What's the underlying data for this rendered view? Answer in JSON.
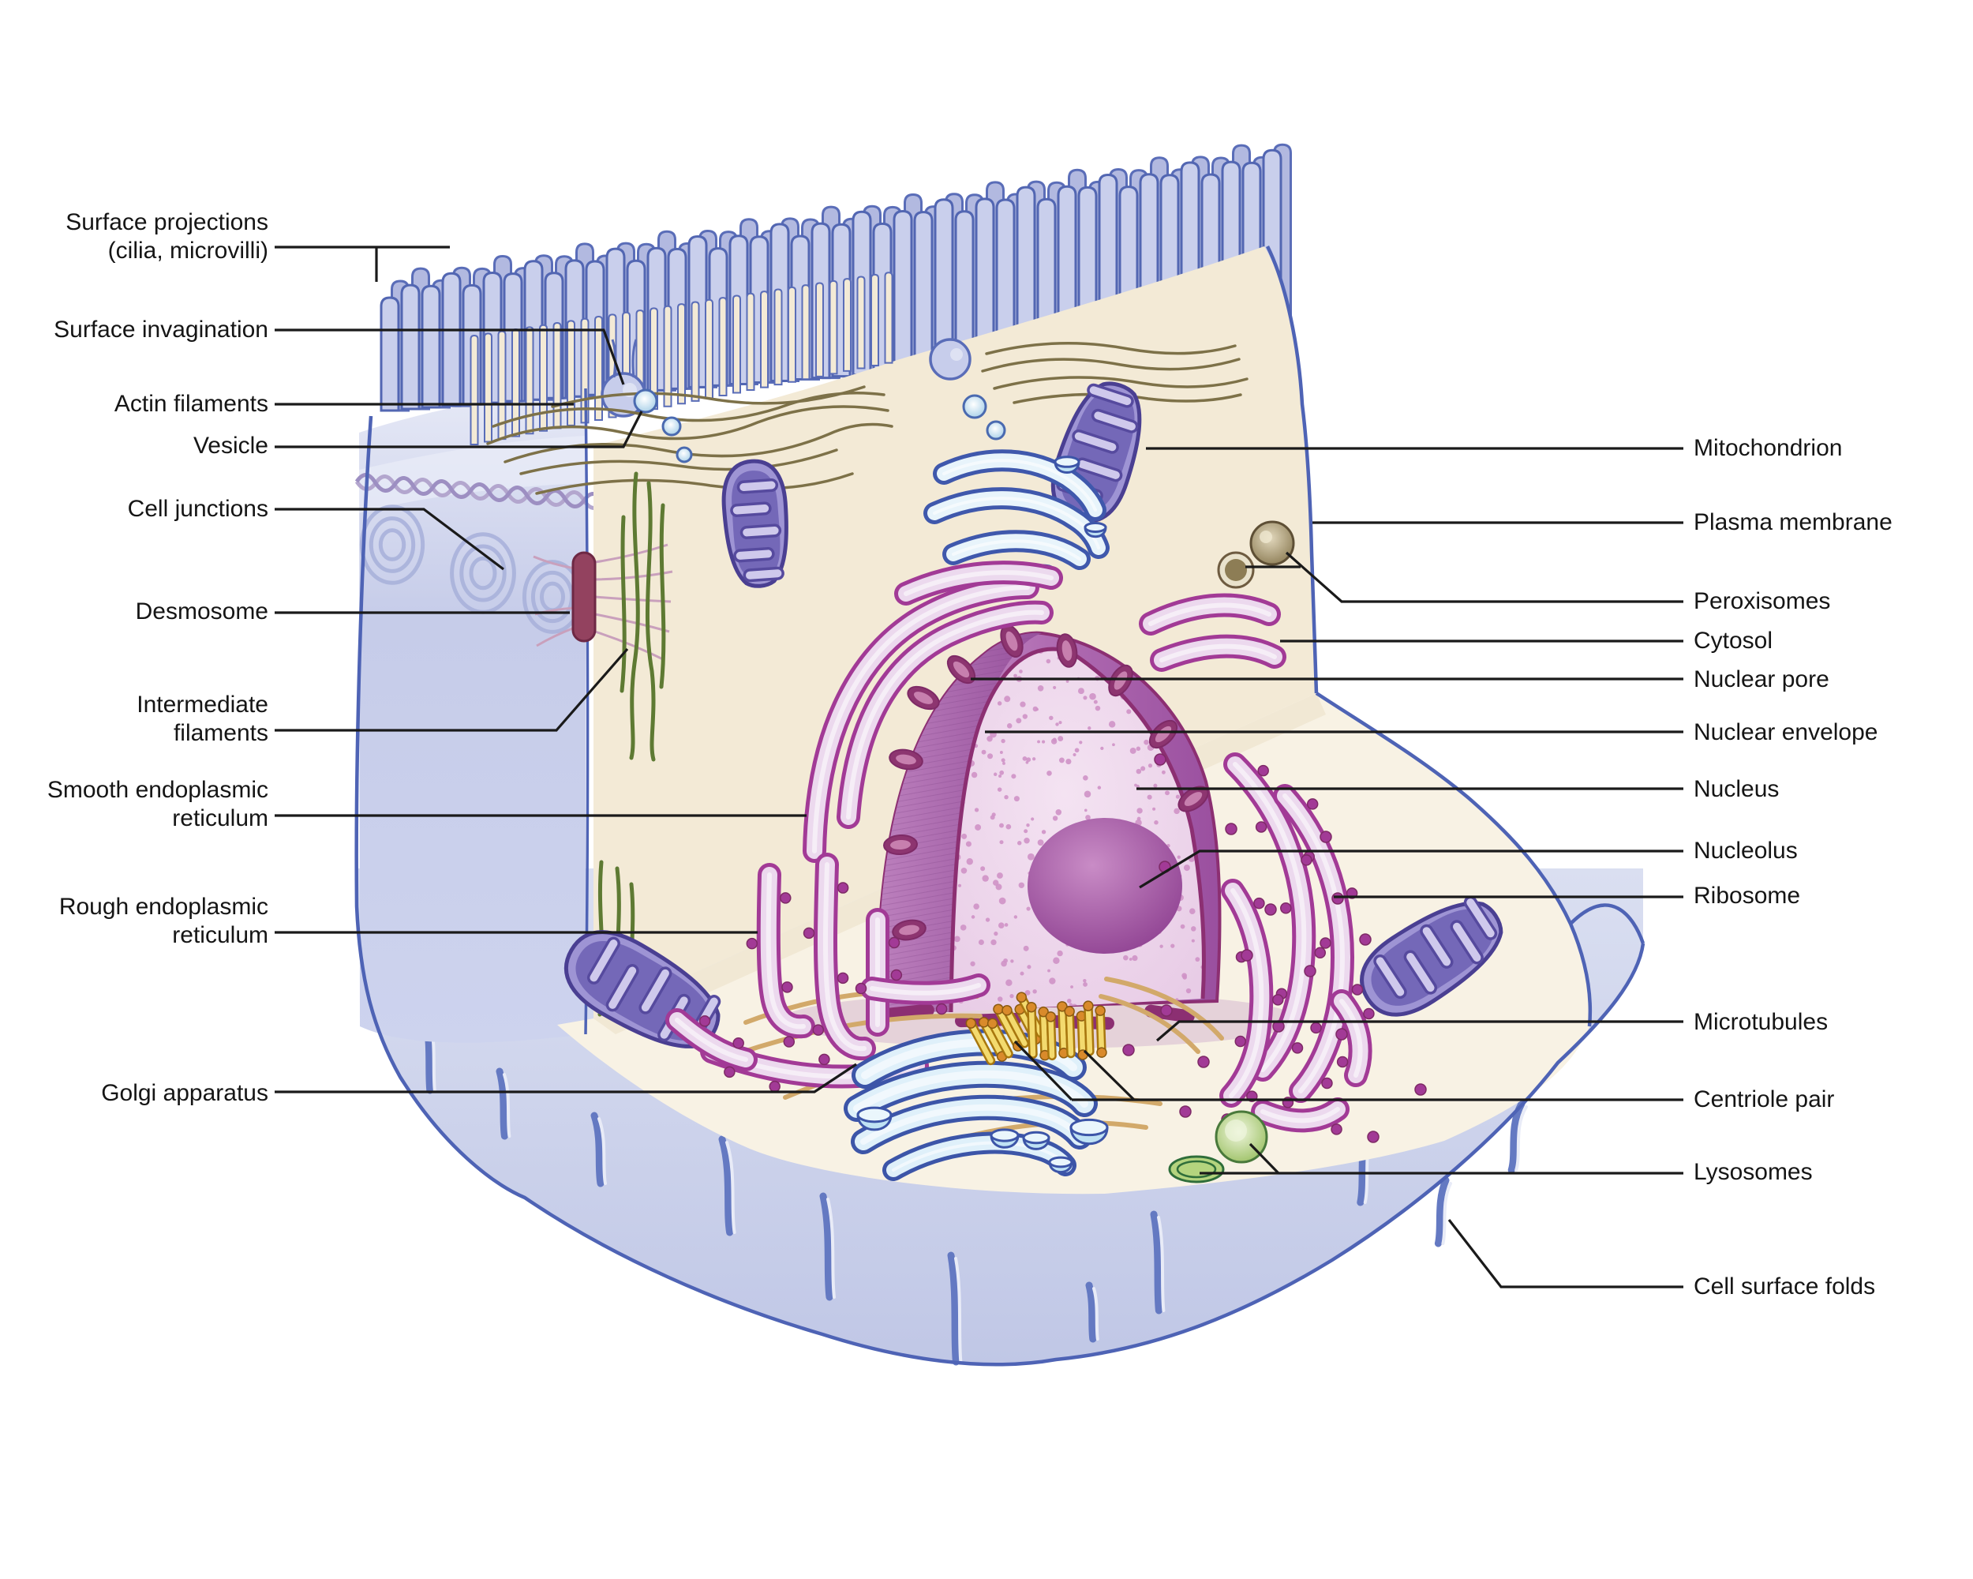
{
  "diagram": {
    "subject": "animal epithelial cell ultrastructure cutaway",
    "palette": {
      "membrane_blue": "#4e63b5",
      "cell_lavender": "#c9cfec",
      "cytosol_beige": "#f3ead6",
      "floor_beige": "#f8f2e4",
      "nucleus_mauve": "#a75fa8",
      "nucleolus_purple": "#8d3f90",
      "er_pink": "#a23a96",
      "mitochondrion_purple": "#8d82c8",
      "golgi_blue": "#3c55a8",
      "lysosome_green": "#9cc162",
      "peroxisome_tan": "#8f7f57",
      "centriole_yellow": "#f3da6e",
      "microtubule_tan": "#d2a96a",
      "filament_olive": "#7d7148",
      "filament_green": "#5e7a33",
      "desmosome_maroon": "#93425f",
      "label_text": "#151515",
      "leader_line": "#1a1a1a"
    }
  },
  "labels": {
    "left": [
      {
        "text": "Surface projections\n(cilia, microvilli)"
      },
      {
        "text": "Surface invagination"
      },
      {
        "text": "Actin filaments"
      },
      {
        "text": "Vesicle"
      },
      {
        "text": "Cell junctions"
      },
      {
        "text": "Desmosome"
      },
      {
        "text": "Intermediate\nfilaments"
      },
      {
        "text": "Smooth endoplasmic\nreticulum"
      },
      {
        "text": "Rough endoplasmic\nreticulum"
      },
      {
        "text": "Golgi apparatus"
      }
    ],
    "right": [
      {
        "text": "Mitochondrion"
      },
      {
        "text": "Plasma membrane"
      },
      {
        "text": "Peroxisomes"
      },
      {
        "text": "Cytosol"
      },
      {
        "text": "Nuclear pore"
      },
      {
        "text": "Nuclear envelope"
      },
      {
        "text": "Nucleus"
      },
      {
        "text": "Nucleolus"
      },
      {
        "text": "Ribosome"
      },
      {
        "text": "Microtubules"
      },
      {
        "text": "Centriole pair"
      },
      {
        "text": "Lysosomes"
      },
      {
        "text": "Cell surface folds"
      }
    ]
  }
}
